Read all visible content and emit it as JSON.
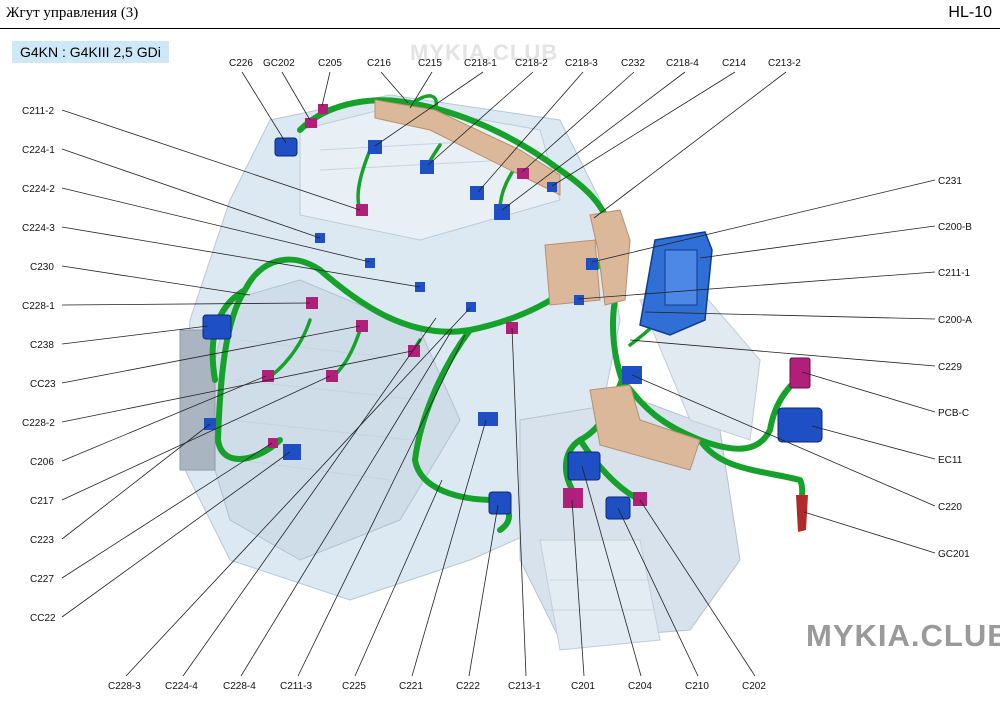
{
  "header": {
    "title": "Жгут управления      (3)",
    "code": "HL-10"
  },
  "engine_badge": "G4KN : G4KIII 2,5 GDi",
  "watermarks": {
    "top": "MYKIA.CLUB",
    "bottom": "MYKIA.CLUB"
  },
  "colors": {
    "harness": "#15a12a",
    "connector_blue": "#1f4fc4",
    "connector_magenta": "#b0207a",
    "tape": "#dcb89a",
    "engine": "#dce8f2",
    "badge_bg": "#cfe8f7"
  },
  "labels": {
    "top": [
      "C226",
      "GC202",
      "C205",
      "C216",
      "C215",
      "C218-1",
      "C218-2",
      "C218-3",
      "C232",
      "C218-4",
      "C214",
      "C213-2"
    ],
    "left": [
      "C211-2",
      "C224-1",
      "C224-2",
      "C224-3",
      "C230",
      "C228-1",
      "C238",
      "CC23",
      "C228-2",
      "C206",
      "C217",
      "C223",
      "C227",
      "CC22"
    ],
    "right": [
      "C231",
      "C200-B",
      "C211-1",
      "C200-A",
      "C229",
      "PCB-C",
      "EC11",
      "C220",
      "GC201"
    ],
    "bottom": [
      "C228-3",
      "C224-4",
      "C228-4",
      "C211-3",
      "C225",
      "C221",
      "C222",
      "C213-1",
      "C201",
      "C204",
      "C210",
      "C202"
    ]
  }
}
